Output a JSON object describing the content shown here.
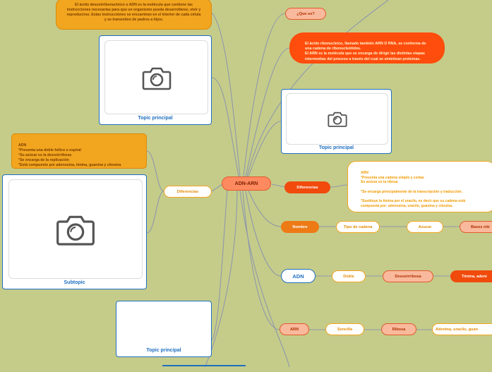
{
  "central": {
    "label": "ADN-ARN"
  },
  "notes": {
    "adn_definition": "El ácido desoxirribonucleico o ADN es la molécula que contiene las instrucciones necesarias para que un organismo pueda desarrollarse, vivir y reproducirse. Estas instrucciones se encuentran en el interior de cada célula y se transmiten de padres a hijos.",
    "arn_definition": "El ácido ribonucleico, llamado también ARN O RNA, se conforma de una cadena de ribonucleótidos.\nEl ARN es la molécula que se encarga de dirigir las distintas etapas intermedias del proceso a través del cual se sintetizan proteínas.",
    "adn_list": "ADN\n°Presenta una doble hélice o espiral\n°Su azúcar es la desoxirribosa\n°Se encarga de la replicación\n°Está compuesto por adenosina, timina, guanina y citosina",
    "arn_list": "ARN\n°Presenta una cadena simple y cortas\nSu azúcar es la ribosa\n\n°Se encarga principalmente de la transcripción y traducción.\n\n°Sustituye la timina por el uracilo, es decir que su cadena está compuesta por: adenosina, uracilo, guanina y citosina."
  },
  "topics": {
    "topic_top_left": "Topic principal",
    "topic_right": "Topic principal",
    "topic_bottom": "Topic principal",
    "subtopic": "Subtopic"
  },
  "nodes": {
    "que_es": "¿Que es?",
    "diferencias_left": "Diferencias",
    "diferencias_right": "Diferencias",
    "nombre": "Nombre",
    "tipo_cadena": "Tipo de cadena",
    "azucar": "Azucar",
    "bases": "Bases nitr",
    "adn": "ADN",
    "doble": "Doble",
    "desoxirribosa": "Desoxirribosa",
    "bases_adn": "Timina, adeni",
    "arn": "ARN",
    "sencilla": "Sencilla",
    "ribosa": "Ribosa",
    "bases_arn": "Adenina, uracilo, guan"
  },
  "icons": [
    "camera-icon"
  ],
  "colors": {
    "background": "#c5cc8a",
    "card_border": "#1f6fc0",
    "orange": "#f2a51f",
    "red": "#ff4d0d",
    "connector": "#9aa3b4"
  }
}
